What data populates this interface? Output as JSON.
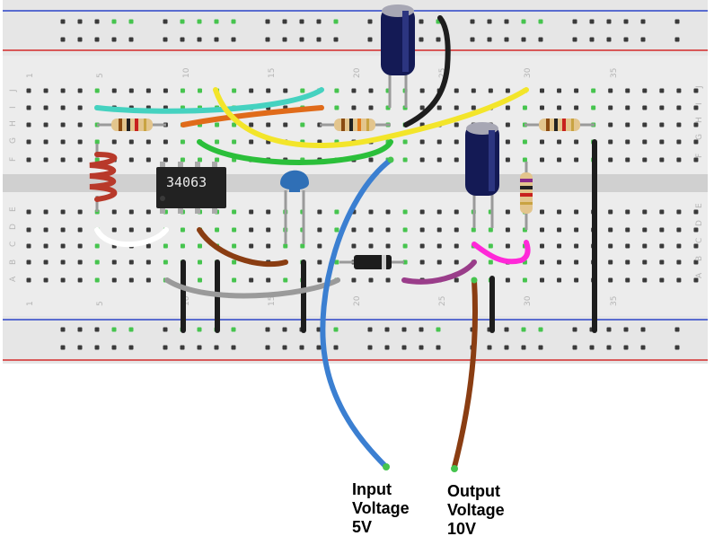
{
  "breadboard": {
    "column_numbers_top": [
      "1",
      "5",
      "10",
      "15",
      "20",
      "25",
      "30",
      "35"
    ],
    "column_numbers_bottom": [
      "1",
      "5",
      "10",
      "15",
      "20",
      "25",
      "30",
      "35"
    ],
    "row_letters_upper": [
      "J",
      "I",
      "H",
      "G",
      "F"
    ],
    "row_letters_lower": [
      "E",
      "D",
      "C",
      "B",
      "A"
    ],
    "colors": {
      "board": "#e6e6e6",
      "channel": "#d0d0d0",
      "hole": "#3a3a3a",
      "connected_hole": "#46c44e",
      "rail_red": "#d42a2a",
      "rail_blue": "#2b43c9"
    }
  },
  "components": {
    "ic": {
      "label": "34063",
      "color": "#222222"
    },
    "inductor": {
      "color": "#b8392a"
    },
    "diode": {
      "color": "#1c1c1c",
      "band": "#cfcfcf"
    },
    "capacitor_ceramic": {
      "color": "#2f6fb6"
    },
    "capacitor_electrolytic_1": {
      "color": "#141a55"
    },
    "capacitor_electrolytic_2": {
      "color": "#141a55"
    }
  },
  "wires": {
    "input": {
      "color": "#3b7fd1"
    },
    "output": {
      "color": "#8a3d12"
    }
  },
  "labels": {
    "input": {
      "line1": "Input",
      "line2": "Voltage",
      "line3": "5V"
    },
    "output": {
      "line1": "Output",
      "line2": "Voltage",
      "line3": "10V"
    }
  }
}
